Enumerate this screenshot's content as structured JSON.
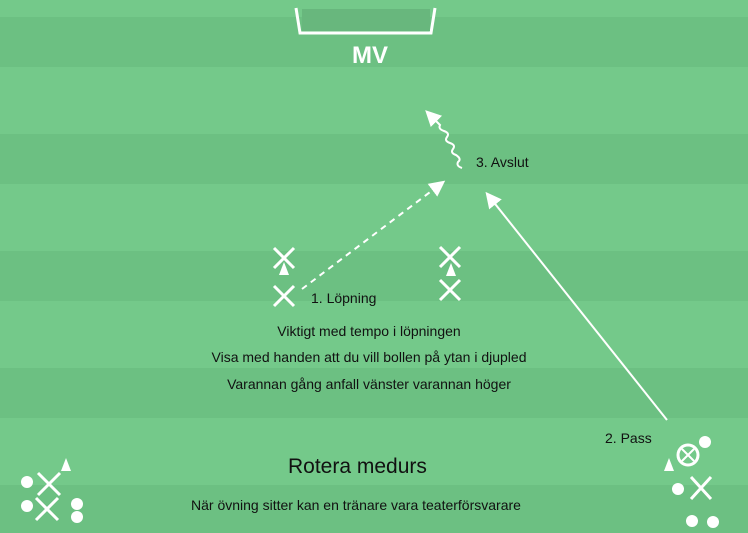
{
  "goal_label": "MV",
  "labels": {
    "run": "1. Löpning",
    "pass": "2. Pass",
    "finish": "3. Avslut"
  },
  "notes": [
    "Viktigt med tempo i löpningen",
    "Visa med handen att du vill bollen på ytan i djupled",
    "Varannan gång anfall vänster varannan höger"
  ],
  "heading": "Rotera medurs",
  "footer": "När övning sitter kan en tränare vara teaterförsvarare",
  "colors": {
    "grass_light": "#74c98a",
    "grass_dark": "#6cc082",
    "marks": "#ffffff"
  }
}
